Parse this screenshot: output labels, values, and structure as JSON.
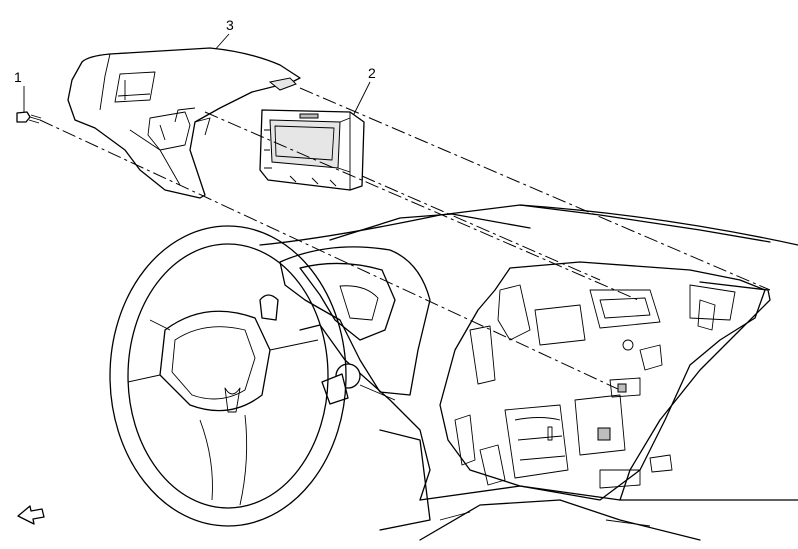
{
  "callouts": [
    {
      "id": "1",
      "label": "1"
    },
    {
      "id": "2",
      "label": "2"
    },
    {
      "id": "3",
      "label": "3"
    }
  ],
  "icons": {
    "view_direction": "view-direction-arrow-icon"
  }
}
